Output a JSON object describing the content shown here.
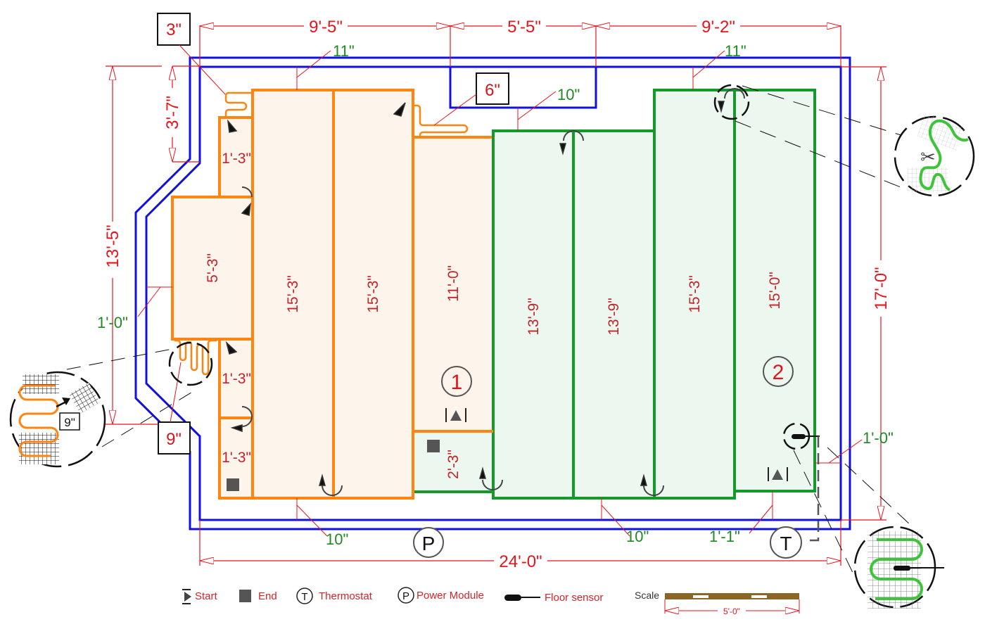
{
  "title": "Floor heating mat layout plan",
  "colors": {
    "wall": "#1010e0",
    "zone1": "#ff8410",
    "zone1_fill": "#fdf4ec",
    "zone2": "#139a2b",
    "zone2_fill": "#ecf7ef",
    "dimension": "#e8141c",
    "clearance": "#1e8a22",
    "run_length": "#c3242a"
  },
  "dimensions": {
    "top": [
      "9'-5\"",
      "5'-5\"",
      "9'-2\""
    ],
    "bottom_total": "24'-0\"",
    "left_outer": "13'-5\"",
    "left_inner": "3'-7\"",
    "right": "17'-0\""
  },
  "clearances": {
    "top_left": "11\"",
    "top_mid": "10\"",
    "top_right": "11\"",
    "left": "1'-0\"",
    "right": "1'-0\"",
    "bottom_left": "10\"",
    "bottom_mid": "10\"",
    "bottom_right": "1'-1\""
  },
  "callouts": {
    "cut_top_left": "3\"",
    "cut_top_mid": "6\"",
    "cut_left": "9\"",
    "detail_left": "9\""
  },
  "zones": [
    {
      "id": "1",
      "runs": [
        "1'-3\"",
        "5'-3\"",
        "1'-3\"",
        "1'-3\"",
        "15'-3\"",
        "15'-3\"",
        "11'-0\""
      ]
    },
    {
      "id": "2",
      "runs": [
        "2'-3\"",
        "13'-9\"",
        "13'-9\"",
        "15'-3\"",
        "15'-0\""
      ]
    }
  ],
  "symbols": {
    "thermostat": "T",
    "power_module": "P"
  },
  "legend": {
    "start": "Start",
    "end": "End",
    "thermostat": "Thermostat",
    "thermostat_glyph": "T",
    "power_module": "Power Module",
    "power_glyph": "P",
    "floor_sensor": "Floor sensor",
    "scale_label": "Scale",
    "scale_value": "5'-0\""
  }
}
